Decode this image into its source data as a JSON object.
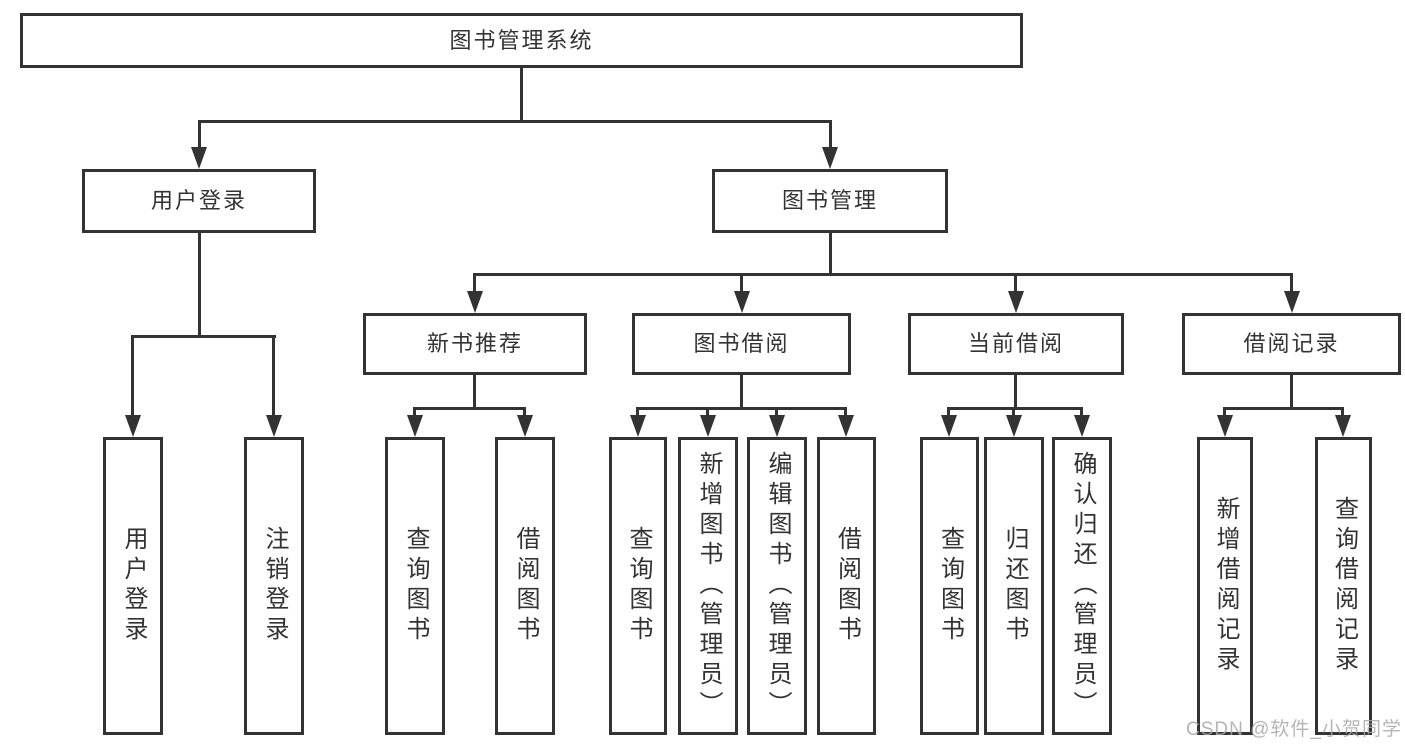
{
  "diagram": {
    "label": "图书管理系统",
    "children": [
      {
        "label": "用户登录",
        "children": [
          {
            "label": "用户登录"
          },
          {
            "label": "注销登录"
          }
        ]
      },
      {
        "label": "图书管理",
        "children": [
          {
            "label": "新书推荐",
            "children": [
              {
                "label": "查询图书"
              },
              {
                "label": "借阅图书"
              }
            ]
          },
          {
            "label": "图书借阅",
            "children": [
              {
                "label": "查询图书"
              },
              {
                "label": "新增图书（管理员）"
              },
              {
                "label": "编辑图书（管理员）"
              },
              {
                "label": "借阅图书"
              }
            ]
          },
          {
            "label": "当前借阅",
            "children": [
              {
                "label": "查询图书"
              },
              {
                "label": "归还图书"
              },
              {
                "label": "确认归还（管理员）"
              }
            ]
          },
          {
            "label": "借阅记录",
            "children": [
              {
                "label": "新增借阅记录"
              },
              {
                "label": "查询借阅记录"
              }
            ]
          }
        ]
      }
    ]
  },
  "watermark": {
    "text": "CSDN @软件_小贺同学"
  },
  "colors": {
    "line": "#333333",
    "box_border": "#333333",
    "text": "#333333",
    "background": "#ffffff",
    "watermark": "#a9a9a9"
  }
}
